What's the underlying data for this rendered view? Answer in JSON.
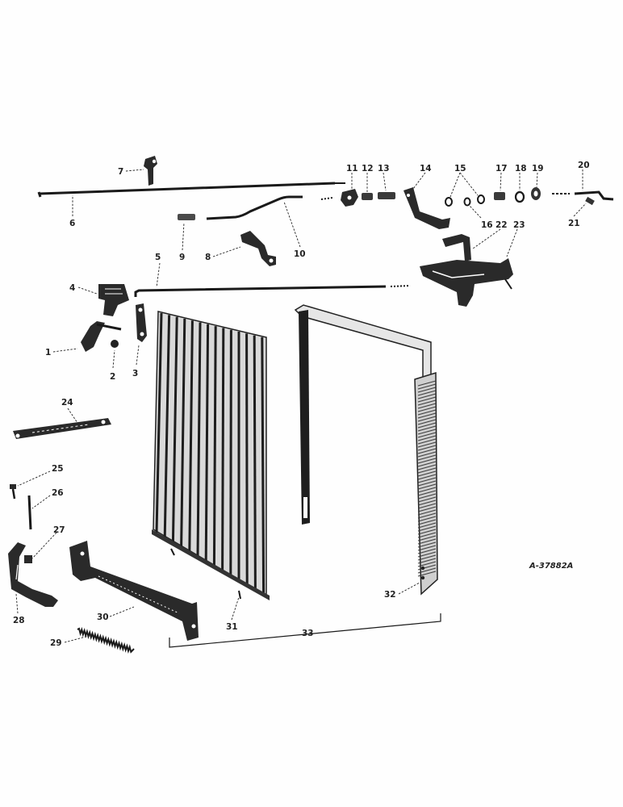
{
  "diagram": {
    "reference_number": "A-37882A",
    "callouts": [
      {
        "key": "1",
        "label": "1"
      },
      {
        "key": "2",
        "label": "2"
      },
      {
        "key": "3",
        "label": "3"
      },
      {
        "key": "4",
        "label": "4"
      },
      {
        "key": "5",
        "label": "5"
      },
      {
        "key": "6",
        "label": "6"
      },
      {
        "key": "7",
        "label": "7"
      },
      {
        "key": "8",
        "label": "8"
      },
      {
        "key": "9",
        "label": "9"
      },
      {
        "key": "10",
        "label": "10"
      },
      {
        "key": "11",
        "label": "11"
      },
      {
        "key": "12",
        "label": "12"
      },
      {
        "key": "13",
        "label": "13"
      },
      {
        "key": "14",
        "label": "14"
      },
      {
        "key": "15",
        "label": "15"
      },
      {
        "key": "16",
        "label": "16"
      },
      {
        "key": "17",
        "label": "17"
      },
      {
        "key": "18",
        "label": "18"
      },
      {
        "key": "19",
        "label": "19"
      },
      {
        "key": "20",
        "label": "20"
      },
      {
        "key": "21",
        "label": "21"
      },
      {
        "key": "22",
        "label": "22"
      },
      {
        "key": "23",
        "label": "23"
      },
      {
        "key": "24",
        "label": "24"
      },
      {
        "key": "25",
        "label": "25"
      },
      {
        "key": "26",
        "label": "26"
      },
      {
        "key": "27",
        "label": "27"
      },
      {
        "key": "28",
        "label": "28"
      },
      {
        "key": "29",
        "label": "29"
      },
      {
        "key": "30",
        "label": "30"
      },
      {
        "key": "31",
        "label": "31"
      },
      {
        "key": "32",
        "label": "32"
      },
      {
        "key": "33",
        "label": "33"
      }
    ]
  }
}
